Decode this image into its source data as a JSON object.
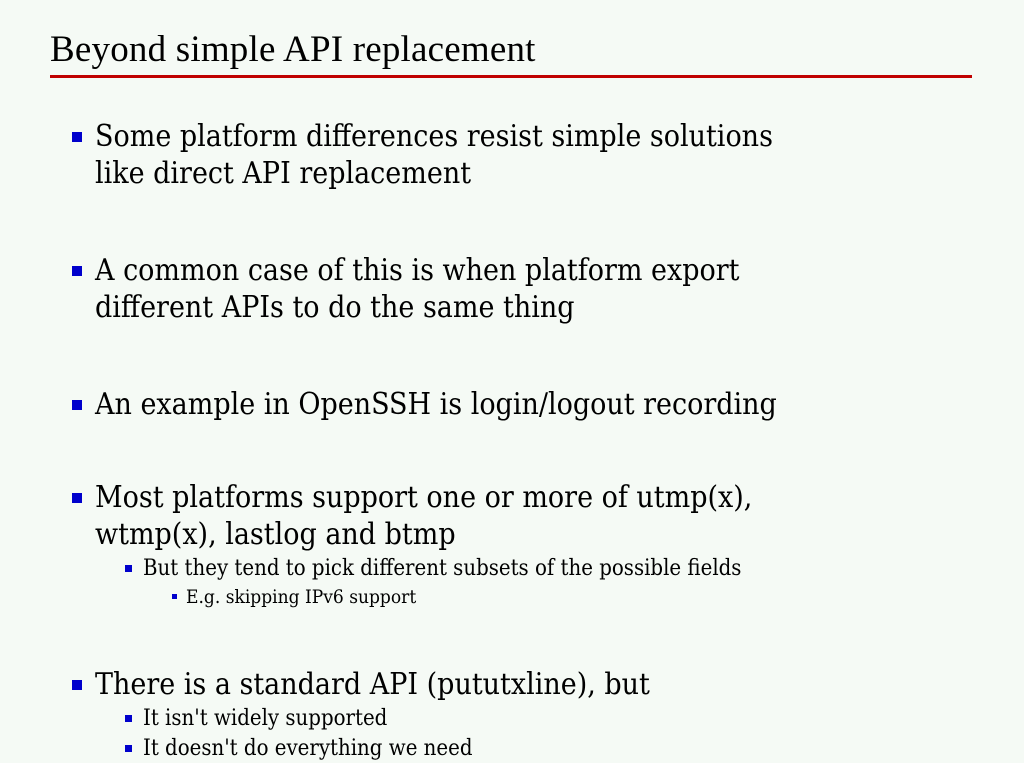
{
  "slide": {
    "title": "Beyond simple API replacement",
    "rule_color": "#c00000",
    "background_color": "#f5faf5",
    "text_color": "#000000",
    "bullet_color": "#0000cc",
    "content": [
      {
        "level": 1,
        "lines": [
          "Some platform differences resist simple solutions",
          "like direct API replacement"
        ]
      },
      {
        "level": 1,
        "lines": [
          "A common case of this is when platform export",
          "different APIs to do the same thing"
        ]
      },
      {
        "level": 1,
        "lines": [
          "An example in OpenSSH is login/logout recording"
        ]
      },
      {
        "level": 1,
        "lines": [
          "Most platforms support one or more of utmp(x),",
          "wtmp(x), lastlog and btmp"
        ]
      },
      {
        "level": 2,
        "lines": [
          "But they tend to pick different subsets of the possible fields"
        ]
      },
      {
        "level": 3,
        "lines": [
          "E.g. skipping IPv6 support"
        ]
      },
      {
        "level": 1,
        "lines": [
          "There is a standard API (pututxline), but"
        ]
      },
      {
        "level": 2,
        "lines": [
          "It isn't widely supported"
        ]
      },
      {
        "level": 2,
        "lines": [
          "It doesn't do everything we need"
        ]
      }
    ]
  }
}
